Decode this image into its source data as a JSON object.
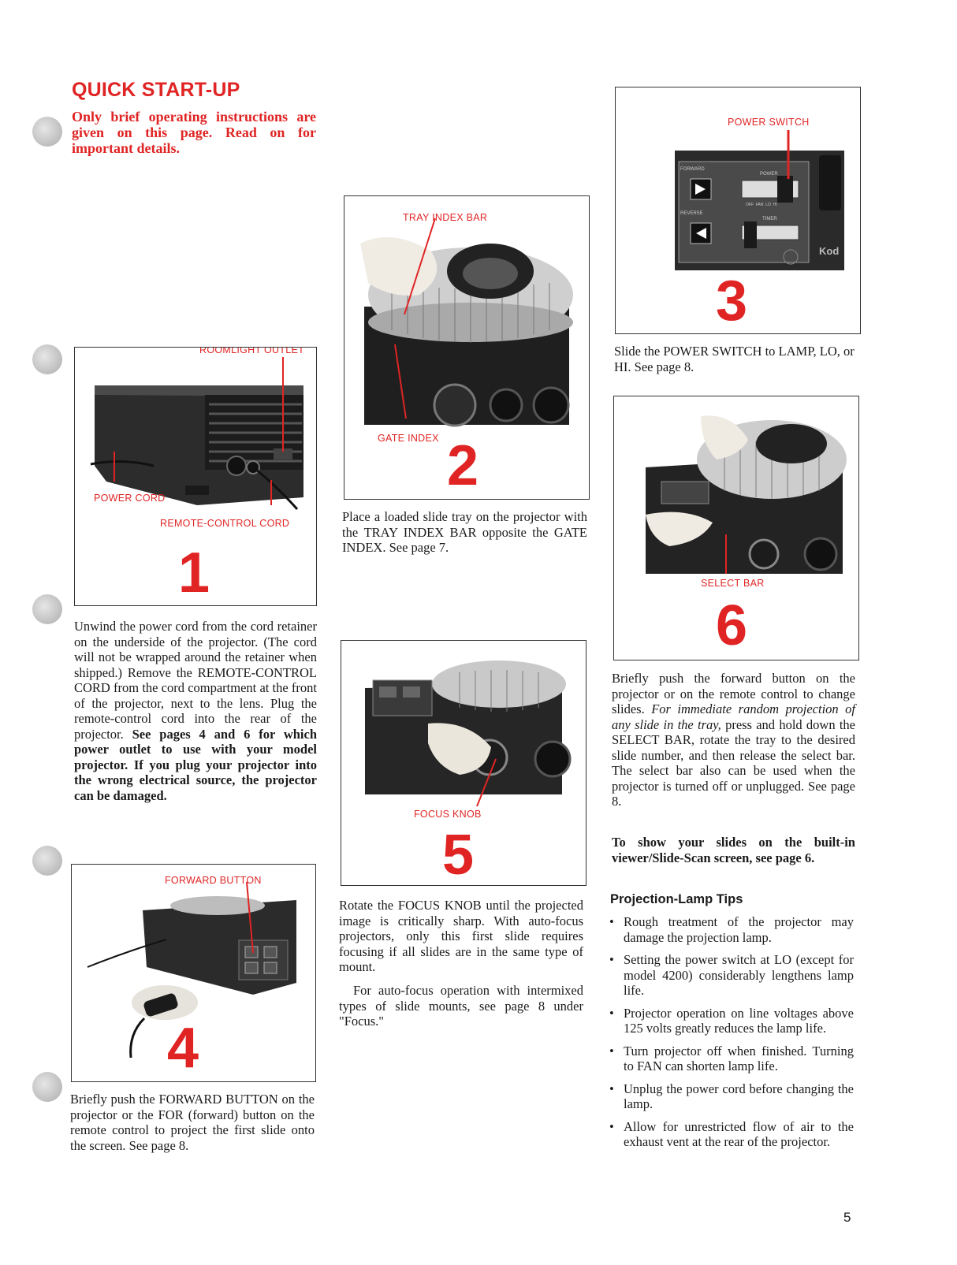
{
  "title": "QUICK START-UP",
  "intro": "Only brief operating instructions are given on this page. Read on for important details.",
  "steps": {
    "s1": {
      "number": "1",
      "labels": [
        "ROOMLIGHT OUTLET",
        "POWER CORD",
        "REMOTE-CONTROL CORD"
      ],
      "text_a": "Unwind the power cord from the cord retainer on the underside of the projector. (The cord will not be wrapped around the retainer when shipped.) Remove the ",
      "sc_a": "REMOTE-CONTROL CORD",
      "text_b": " from the cord compartment at the front of the projector, next to the lens. Plug the remote-control cord into the rear of the projector. ",
      "bold": "See pages 4 and 6 for which power outlet to use with your model projector. If you plug your projector into the wrong electrical source, the projector can be damaged."
    },
    "s2": {
      "number": "2",
      "labels": [
        "TRAY INDEX BAR",
        "GATE INDEX"
      ],
      "text_a": "Place a loaded slide tray on the projector with the ",
      "sc_a": "TRAY INDEX BAR",
      "text_b": " opposite the ",
      "sc_b": "GATE INDEX",
      "text_c": ". See page 7."
    },
    "s3": {
      "number": "3",
      "labels": [
        "POWER SWITCH"
      ],
      "text_a": "Slide the ",
      "sc_a": "POWER SWITCH",
      "text_b": " to LAMP, LO, or HI. See page 8."
    },
    "s4": {
      "number": "4",
      "labels": [
        "FORWARD BUTTON"
      ],
      "text_a": "Briefly push the ",
      "sc_a": "FORWARD BUTTON",
      "text_b": " on the projector or the FOR (forward) button on the remote control to project the first slide onto the screen. See page 8."
    },
    "s5": {
      "number": "5",
      "labels": [
        "FOCUS KNOB"
      ],
      "text_a": "Rotate the ",
      "sc_a": "FOCUS KNOB",
      "text_b": " until the projected image is critically sharp. With auto-focus projectors, only this first slide requires focusing if all slides are in the same type of mount.",
      "text_c": "For auto-focus operation with intermixed types of slide mounts, see page 8 under \"Focus.\""
    },
    "s6": {
      "number": "6",
      "labels": [
        "SELECT BAR"
      ],
      "text_a": "Briefly push the forward button on the projector or on the remote control to change slides. ",
      "italic": "For immediate random projection of any slide in the tray,",
      "text_b": " press and hold down the ",
      "sc_a": "SELECT BAR",
      "text_c": ", rotate the tray to the desired slide number, and then release the select bar. The select bar also can be used when the projector is turned off or unplugged. See page 8.",
      "bold": "To show your slides on the built-in viewer/Slide-Scan screen, see page 6."
    }
  },
  "panel3": {
    "forward": "FORWARD",
    "reverse": "REVERSE",
    "power": "POWER",
    "power_scale": "OFF  FAN  LO  HI",
    "timer": "TIMER",
    "brand": "Kod"
  },
  "tips": {
    "heading": "Projection-Lamp Tips",
    "items": [
      "Rough treatment of the projector may damage the projection lamp.",
      "Setting the power switch at LO (except for model 4200) considerably lengthens lamp life.",
      "Projector operation on line voltages above 125 volts greatly reduces the lamp life.",
      "Turn projector off when finished. Turning to FAN can shorten lamp life.",
      "Unplug the power cord before changing the lamp.",
      "Allow for unrestricted flow of air to the exhaust vent at the rear of the projector."
    ]
  },
  "page_number": "5",
  "colors": {
    "accent": "#e02424",
    "text": "#1a1a1a",
    "photo_dark": "#2a2a2a"
  }
}
